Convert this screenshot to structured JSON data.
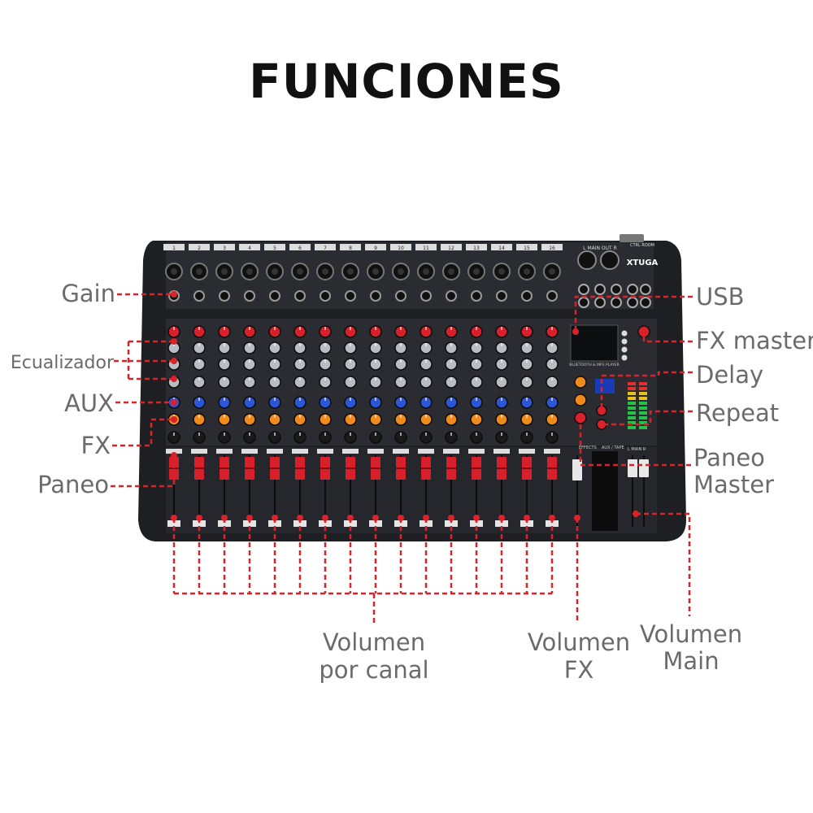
{
  "title": "FUNCIONES",
  "brand": "XTUGA",
  "labels": {
    "gain": "Gain",
    "ecualizador": "Ecualizador",
    "aux": "AUX",
    "fx": "FX",
    "paneo": "Paneo",
    "usb": "USB",
    "fx_master": "FX master",
    "delay": "Delay",
    "repeat": "Repeat",
    "paneo_master_1": "Paneo",
    "paneo_master_2": "Master",
    "volumen_canal_1": "Volumen",
    "volumen_canal_2": "por canal",
    "volumen_fx_1": "Volumen",
    "volumen_fx_2": "FX",
    "volumen_main_1": "Volumen",
    "volumen_main_2": "Main"
  },
  "mixer": {
    "channel_count": 16,
    "main_out_label": "L MAIN OUT R",
    "ctrl_room_label": "CTRL ROOM",
    "player_label": "BLUETOOTH & MP3 PLAYER",
    "effects_label": "EFFECTS",
    "aux_tape_label": "AUX / TAPE",
    "main_label": "L MAIN R",
    "colors": {
      "body": "#2a2c31",
      "knob_red": "#d8202a",
      "knob_grey": "#b9bcc2",
      "knob_blue": "#2c56d6",
      "knob_orange": "#f08a1c",
      "annotation": "#d9232a"
    }
  }
}
